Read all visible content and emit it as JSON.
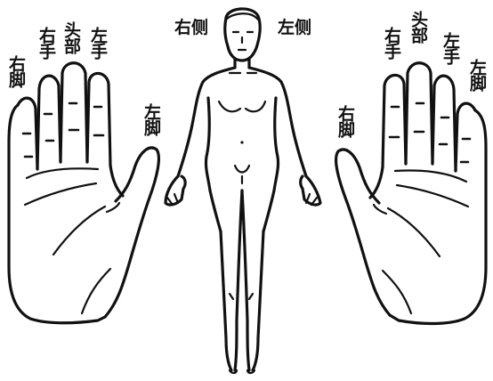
{
  "figure": {
    "left_hand": {
      "right_foot": "右脚",
      "right_hand": "右手",
      "head": "头部",
      "left_hand": "左手",
      "left_foot": "左脚"
    },
    "body": {
      "right_side": "右侧",
      "left_side": "左侧"
    },
    "right_hand": {
      "right_foot": "右脚",
      "right_hand": "右手",
      "head": "头部",
      "left_hand": "左手",
      "left_foot": "左脚"
    }
  }
}
